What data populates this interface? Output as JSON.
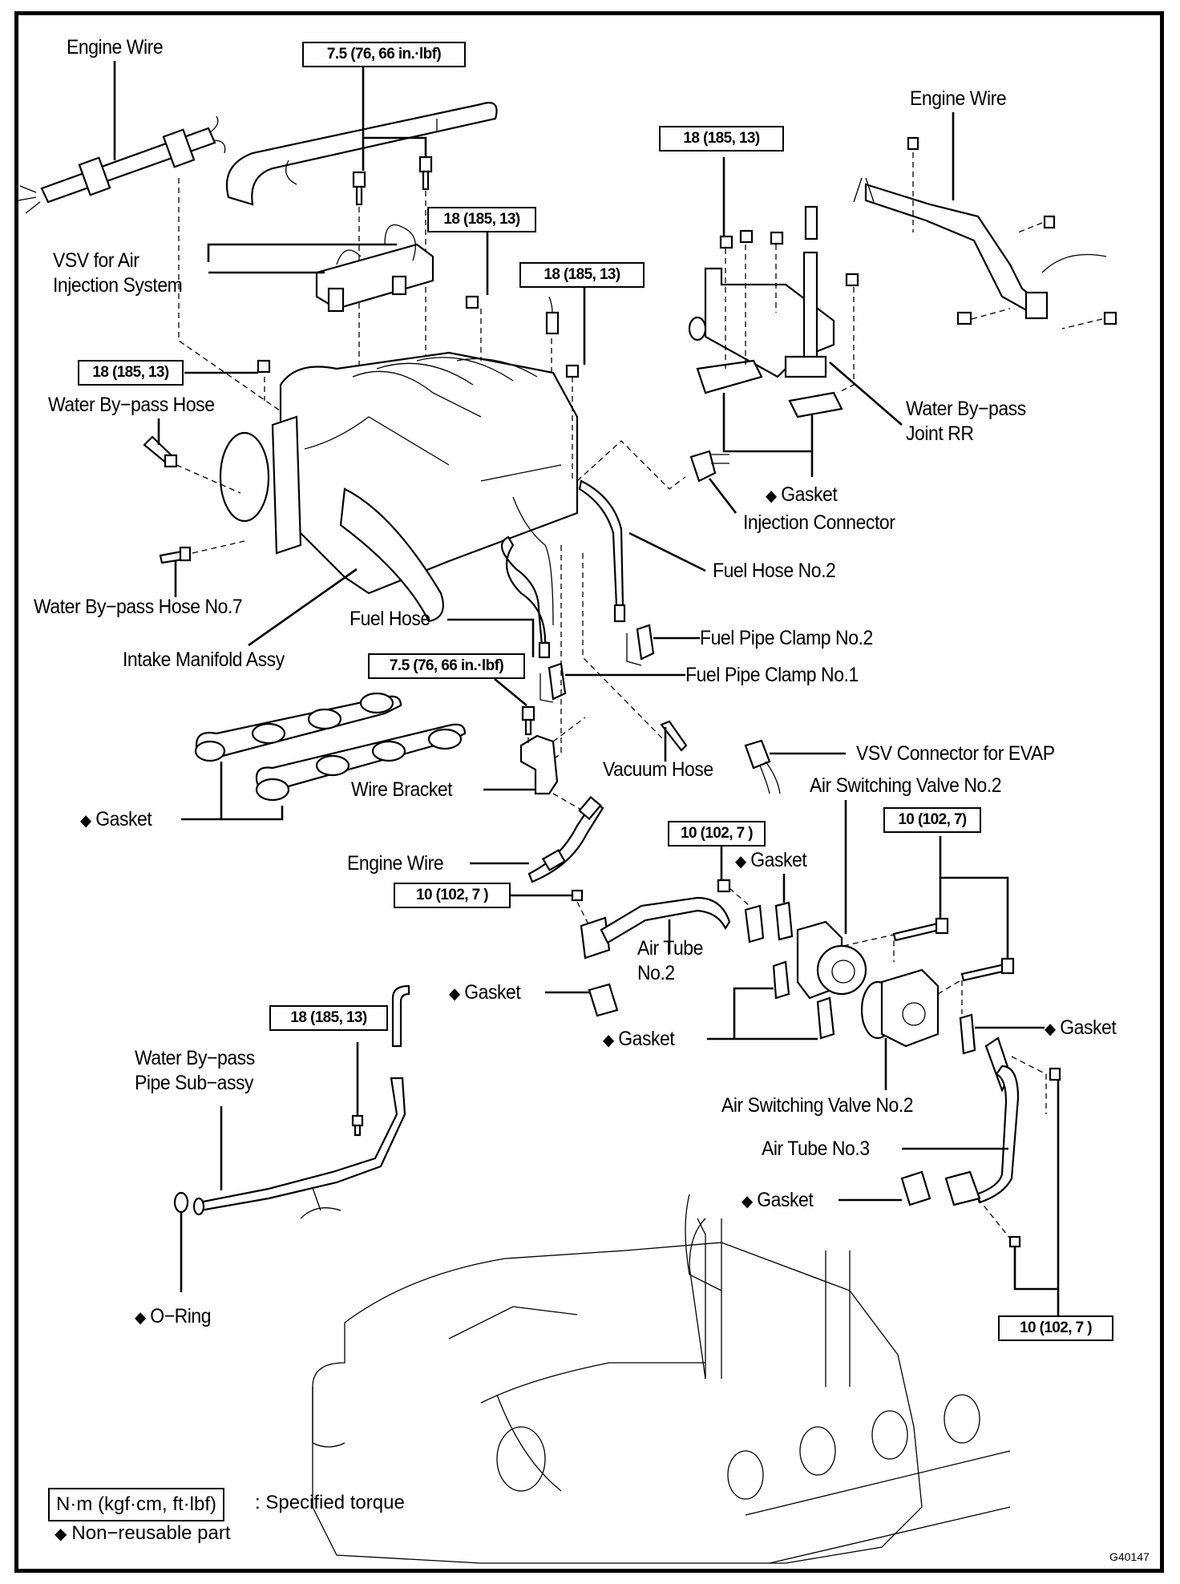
{
  "figure": {
    "figure_number": "G40147",
    "subject": "Intake manifold and air injection components exploded view"
  },
  "torque_specs": {
    "t75": "7.5 (76, 66 in.·lbf)",
    "t18": "18 (185, 13)",
    "t10a": "10 (102, 7 )",
    "t10b": "10 (102, 7)"
  },
  "labels": {
    "engine_wire_top_left": "Engine Wire",
    "vsv_air_injection": "VSV for Air\nInjection System",
    "engine_wire_top_right": "Engine Wire",
    "water_bypass_hose": "Water By−pass Hose",
    "water_bypass_joint_rr": "Water By−pass\nJoint RR",
    "gasket_joint": "Gasket",
    "injection_connector": "Injection Connector",
    "fuel_hose_no2": "Fuel Hose No.2",
    "water_bypass_hose_no7": "Water By−pass Hose No.7",
    "fuel_hose": "Fuel Hose",
    "fuel_pipe_clamp_no2": "Fuel Pipe Clamp No.2",
    "intake_manifold_assy": "Intake Manifold Assy",
    "fuel_pipe_clamp_no1": "Fuel Pipe Clamp No.1",
    "vsv_connector_evap": "VSV Connector for EVAP",
    "vacuum_hose": "Vacuum Hose",
    "air_switching_valve_no2_top": "Air Switching Valve No.2",
    "wire_bracket": "Wire Bracket",
    "gasket_manifold": "Gasket",
    "engine_wire_mid": "Engine Wire",
    "gasket_air_tube_top": "Gasket",
    "air_tube_no2": "Air Tube\nNo.2",
    "gasket_air_tube_left": "Gasket",
    "gasket_valve_right": "Gasket",
    "gasket_valve_left": "Gasket",
    "water_bypass_pipe": "Water By−pass\nPipe Sub−assy",
    "air_switching_valve_no2_bottom": "Air Switching Valve No.2",
    "air_tube_no3": "Air Tube No.3",
    "gasket_air_tube_no3": "Gasket",
    "o_ring": "O−Ring"
  },
  "legend": {
    "torque_unit": "N·m (kgf·cm, ft·lbf)",
    "torque_desc": ": Specified torque",
    "non_reusable_symbol": "◆",
    "non_reusable_desc": "Non−reusable part"
  },
  "symbols": {
    "diamond": "◆"
  }
}
